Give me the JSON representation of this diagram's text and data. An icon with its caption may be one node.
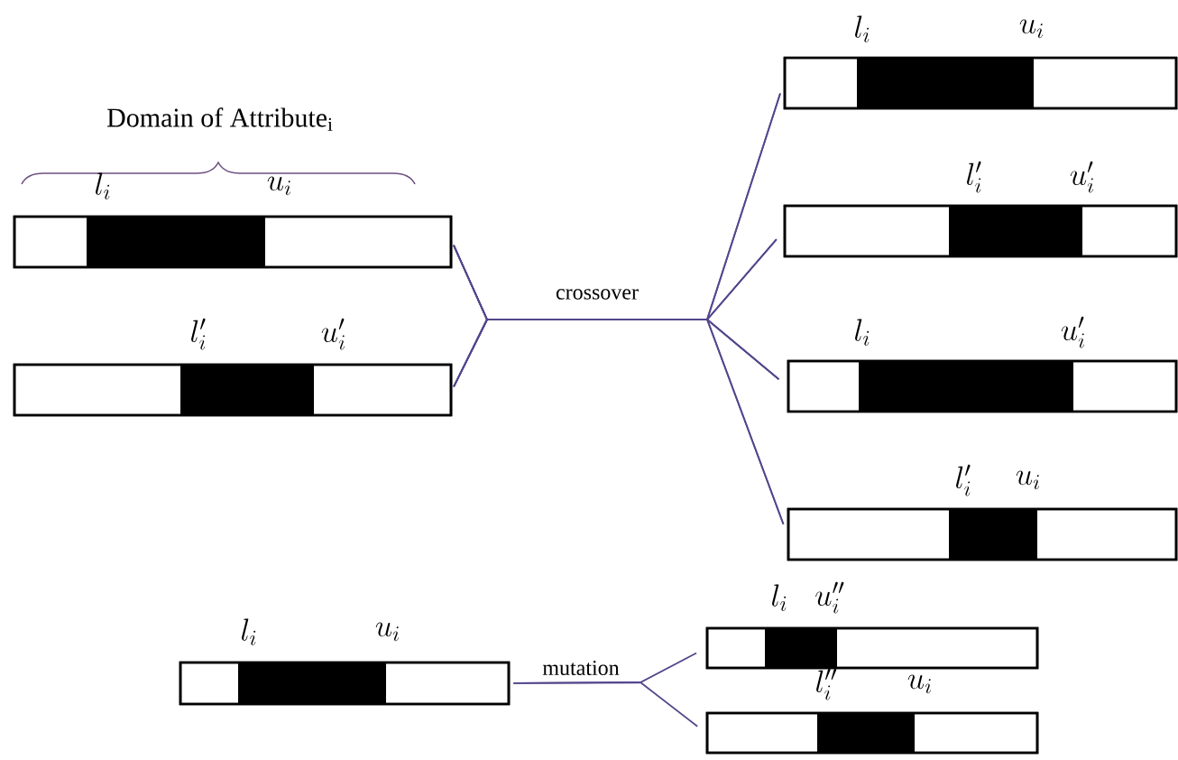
{
  "diagram": {
    "nodes": [
      {
        "text": [
          "l_i",
          "u_i"
        ]
      },
      {
        "text": [
          "l'_i",
          "u'_i"
        ]
      },
      {
        "text": [
          "l_i",
          "u_i"
        ]
      },
      {
        "text": [
          "l'_i",
          "u'_i"
        ]
      },
      {
        "text": [
          "l_i",
          "u'_i"
        ]
      },
      {
        "text": [
          "l'_i",
          "u_i"
        ]
      },
      {
        "text": [
          "l_i",
          "u_i"
        ]
      },
      {
        "text": [
          "l_i",
          "u''_i"
        ]
      },
      {
        "text": [
          "l''_i",
          "u_i"
        ]
      }
    ],
    "edges": [
      {
        "from": 0,
        "to": 2,
        "arrow": "none",
        "label": "crossover"
      },
      {
        "from": 0,
        "to": 3,
        "arrow": "none"
      },
      {
        "from": 0,
        "to": 4,
        "arrow": "none"
      },
      {
        "from": 0,
        "to": 5,
        "arrow": "none"
      },
      {
        "from": 1,
        "to": 2,
        "arrow": "none"
      },
      {
        "from": 1,
        "to": 3,
        "arrow": "none"
      },
      {
        "from": 1,
        "to": 4,
        "arrow": "none"
      },
      {
        "from": 1,
        "to": 5,
        "arrow": "none"
      },
      {
        "from": 6,
        "to": 7,
        "arrow": "none",
        "label": "mutation"
      },
      {
        "from": 6,
        "to": 8,
        "arrow": "none"
      }
    ],
    "labels": [
      "Domain of Attribute$_{i}$"
    ]
  }
}
